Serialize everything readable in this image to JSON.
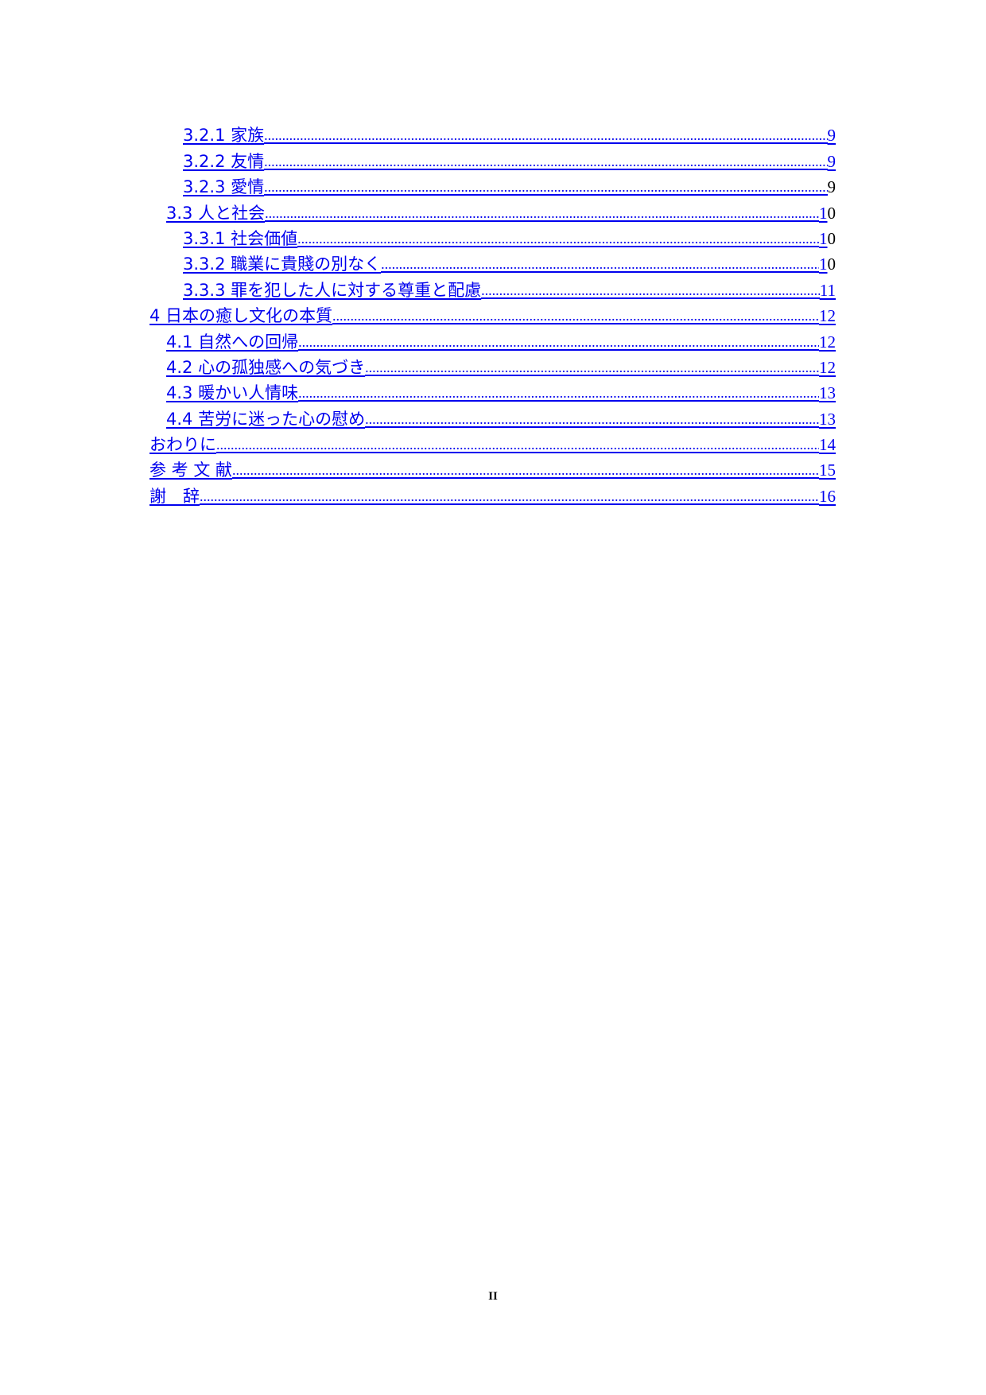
{
  "colors": {
    "link": "#0000ee",
    "text": "#000000",
    "background": "#ffffff"
  },
  "toc": {
    "entries": [
      {
        "level": 3,
        "title": "3.2.1 家族",
        "page_linked": "9",
        "page_plain": ""
      },
      {
        "level": 3,
        "title": "3.2.2 友情",
        "page_linked": "9",
        "page_plain": ""
      },
      {
        "level": 3,
        "title": "3.2.3 愛情",
        "page_linked": "",
        "page_plain": "9"
      },
      {
        "level": 2,
        "title": "3.3 人と社会",
        "page_linked": "1",
        "page_plain": "0"
      },
      {
        "level": 3,
        "title": "3.3.1 社会価値",
        "page_linked": "1",
        "page_plain": "0"
      },
      {
        "level": 3,
        "title": "3.3.2 職業に貴賤の別なく",
        "page_linked": "1",
        "page_plain": "0"
      },
      {
        "level": 3,
        "title": "3.3.3 罪を犯した人に対する尊重と配慮",
        "page_linked": "11",
        "page_plain": ""
      },
      {
        "level": 1,
        "title": "4 日本の癒し文化の本質",
        "page_linked": "12",
        "page_plain": ""
      },
      {
        "level": 2,
        "title": "4.1 自然への回帰",
        "page_linked": "12",
        "page_plain": ""
      },
      {
        "level": 2,
        "title": "4.2 心の孤独感への気づき",
        "page_linked": "12",
        "page_plain": ""
      },
      {
        "level": 2,
        "title": "4.3 暖かい人情味",
        "page_linked": "13",
        "page_plain": ""
      },
      {
        "level": 2,
        "title": "4.4 苦労に迷った心の慰め",
        "page_linked": "13",
        "page_plain": ""
      },
      {
        "level": 1,
        "title": "おわりに",
        "page_linked": "14",
        "page_plain": ""
      },
      {
        "level": 1,
        "title": "参 考 文 献",
        "page_linked": "15",
        "page_plain": ""
      },
      {
        "level": 1,
        "title": "謝　辞",
        "page_linked": "16",
        "page_plain": ""
      }
    ]
  },
  "footer": {
    "page_number": "II"
  }
}
